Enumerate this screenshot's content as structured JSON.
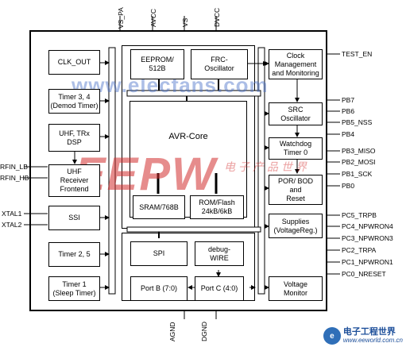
{
  "watermarks": {
    "site": "www.elecfans.com",
    "brand": "EEPW",
    "brand_cn": "电子产品世界",
    "corner_cn": "电子工程世界",
    "corner_url": "www.eeworld.com.cn"
  },
  "pins": {
    "top": [
      "VS_PA",
      "AVCC",
      "VS",
      "DVCC"
    ],
    "bottom": [
      "AGND",
      "DGND"
    ],
    "left": [
      "RFIN_LB",
      "RFIN_HB",
      "XTAL1",
      "XTAL2"
    ],
    "right": [
      "TEST_EN",
      "PB7",
      "PB6",
      "PB5_NSS",
      "PB4",
      "PB3_MISO",
      "PB2_MOSI",
      "PB1_SCK",
      "PB0",
      "PC5_TRPB",
      "PC4_NPWRON4",
      "PC3_NPWRON3",
      "PC2_TRPA",
      "PC1_NPWRON1",
      "PC0_NRESET"
    ]
  },
  "blocks": {
    "clk_out": "CLK_OUT",
    "timer34": "Timer 3, 4\n(Demod Timer)",
    "uhf_dsp": "UHF, TRx\nDSP",
    "uhf_frontend": "UHF\nReceiver\nFrontend",
    "ssi": "SSI",
    "timer25": "Timer 2, 5",
    "timer1": "Timer 1\n(Sleep Timer)",
    "eeprom": "EEPROM/\n512B",
    "frc": "FRC-\nOscillator",
    "clock_mgmt": "Clock\nManagement\nand Monitoring",
    "avr_core": "AVR-Core",
    "sram": "SRAM/768B",
    "rom": "ROM/Flash\n24kB/6kB",
    "src": "SRC\nOscillator",
    "watchdog": "Watchdog\nTimer 0",
    "por": "POR/ BOD\nand\nReset",
    "supplies": "Supplies\n(VoltageReg.)",
    "spi": "SPI",
    "debugwire": "debug-\nWIRE",
    "portb": "Port B (7:0)",
    "portc": "Port C (4:0)",
    "voltage_monitor": "Voltage\nMonitor"
  }
}
